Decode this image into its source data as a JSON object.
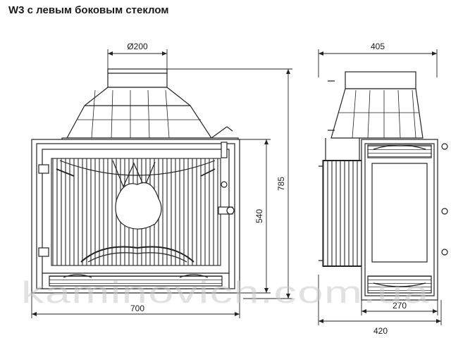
{
  "title": "W3 с левым боковым стеклом",
  "front_view": {
    "flue_diameter": "Ø200",
    "width": "700",
    "glass_height": "540",
    "total_height": "785"
  },
  "side_view": {
    "depth_top": "405",
    "depth_body": "270",
    "depth_bottom": "420"
  },
  "watermark": "kaminovich.com.ua"
}
